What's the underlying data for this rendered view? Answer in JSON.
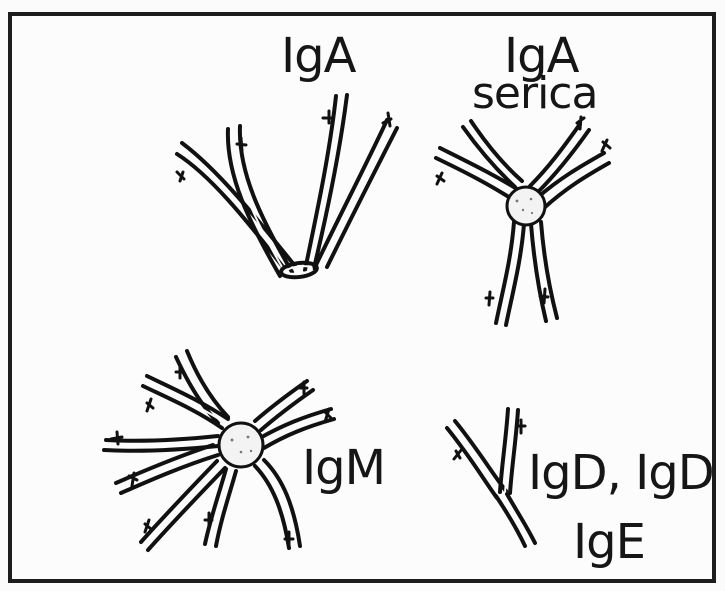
{
  "labels": {
    "iga_top": "IgA",
    "iga_serica_line1": "IgA",
    "iga_serica_line2": "serica",
    "igm": "IgM",
    "igd_line1": "IgD, IgD",
    "ige": "IgE"
  },
  "figure_caption": "",
  "icons": [
    "dimer-icon",
    "trimer-icon",
    "pentamer-icon",
    "monomer-icon"
  ]
}
